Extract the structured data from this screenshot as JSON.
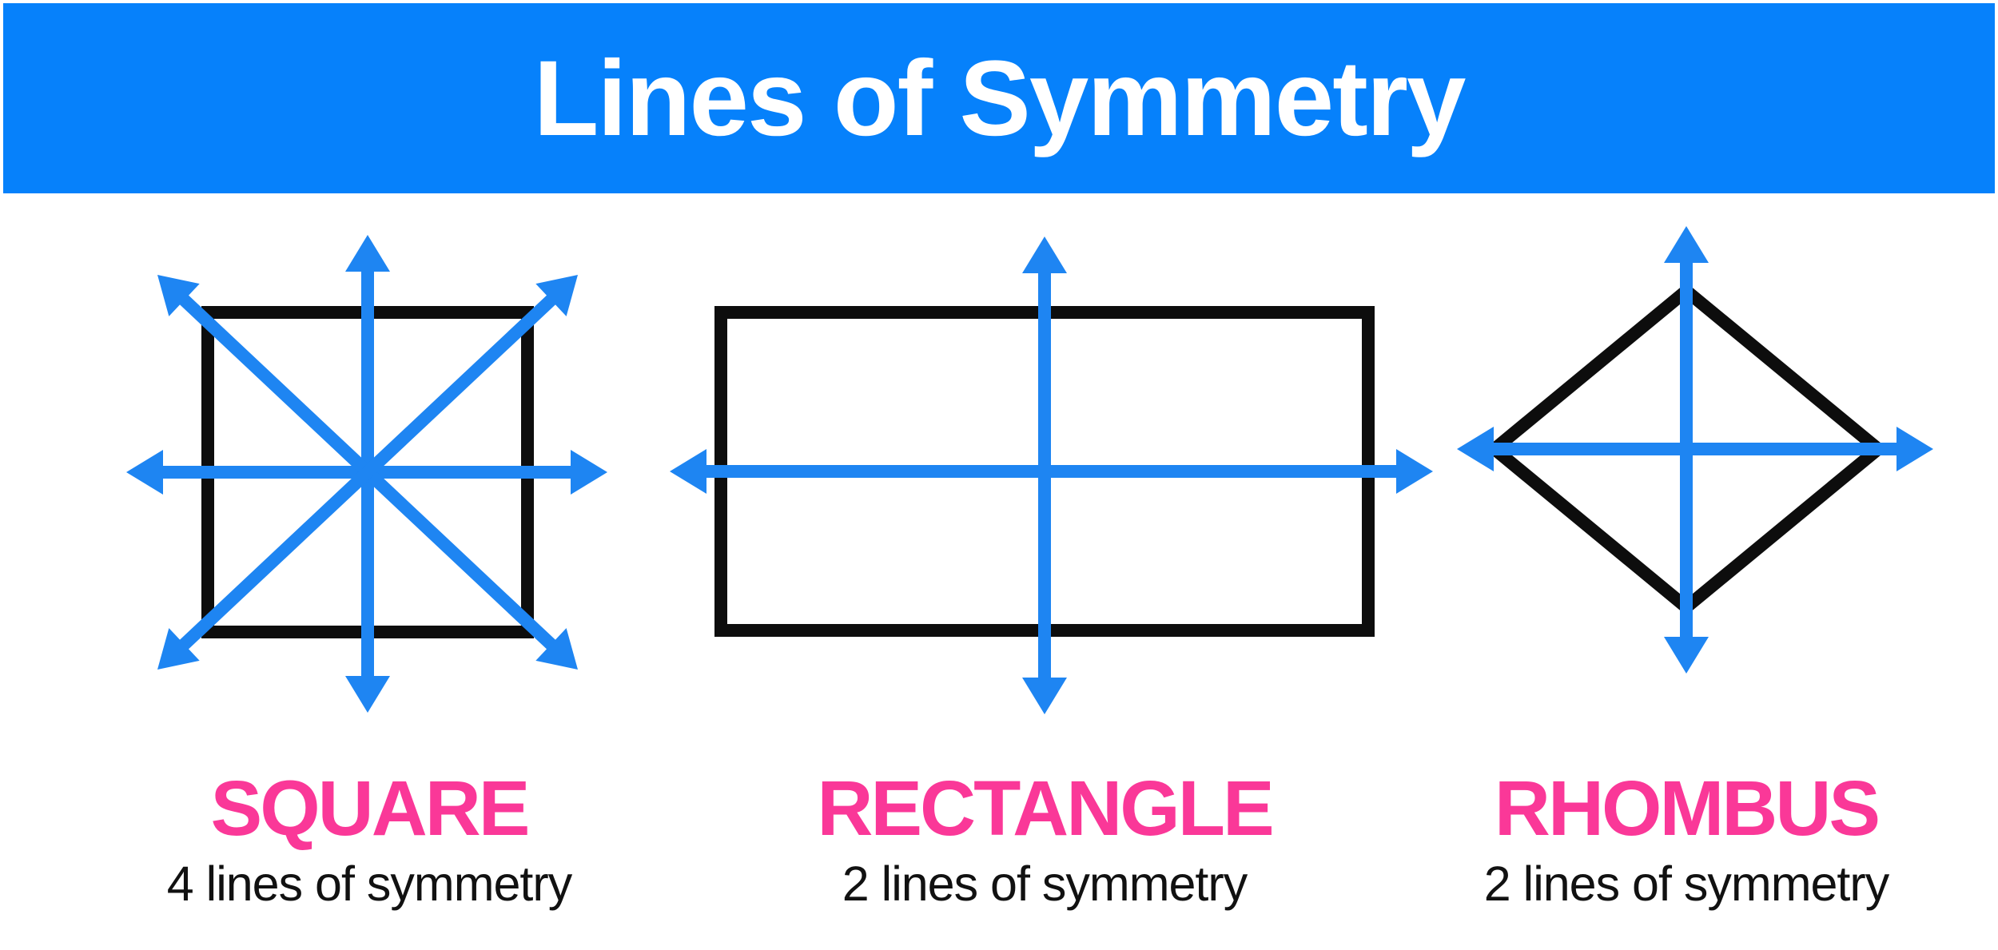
{
  "header": {
    "title": "Lines of Symmetry"
  },
  "colors": {
    "banner_blue": "#0681fb",
    "arrow_blue": "#1e85f2",
    "shape_black": "#0d0d0d",
    "label_pink": "#fa3898",
    "subtitle_black": "#111111",
    "background": "#ffffff"
  },
  "shapes": [
    {
      "id": "square",
      "label": "SQUARE",
      "subtitle": "4 lines of symmetry",
      "symmetry_line_count": 4,
      "symmetry_lines": [
        "vertical",
        "horizontal",
        "diagonal-down",
        "diagonal-up"
      ]
    },
    {
      "id": "rectangle",
      "label": "RECTANGLE",
      "subtitle": "2 lines of symmetry",
      "symmetry_line_count": 2,
      "symmetry_lines": [
        "vertical",
        "horizontal"
      ]
    },
    {
      "id": "rhombus",
      "label": "RHOMBUS",
      "subtitle": "2 lines of symmetry",
      "symmetry_line_count": 2,
      "symmetry_lines": [
        "vertical",
        "horizontal"
      ]
    }
  ]
}
